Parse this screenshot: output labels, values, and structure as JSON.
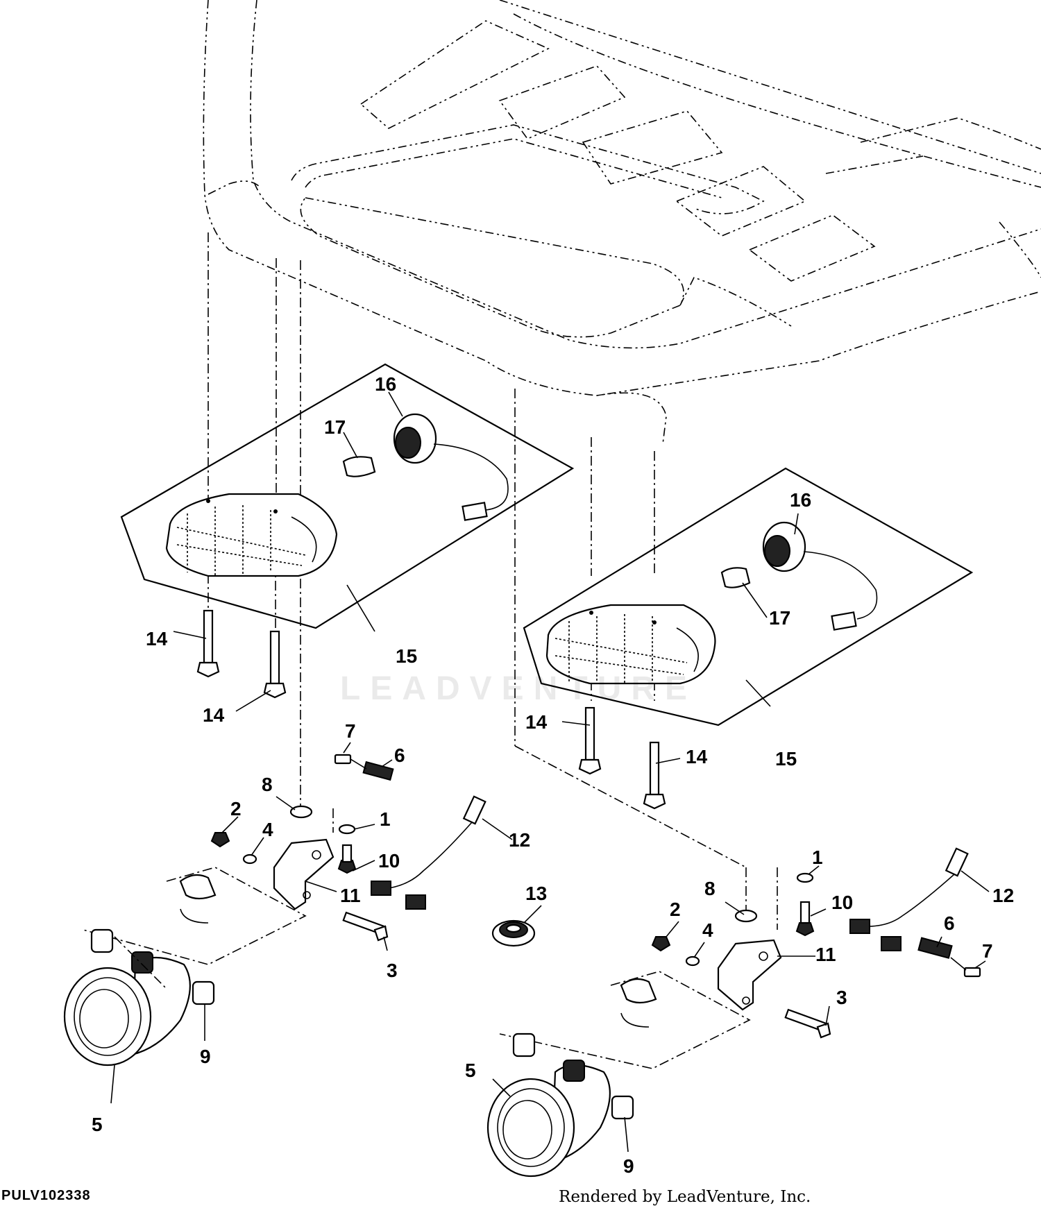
{
  "figure_id": "PULV102338",
  "credit": "Rendered by LeadVenture, Inc.",
  "watermark": "LEADVENTURE",
  "callouts": {
    "c1a": "1",
    "c1b": "1",
    "c2a": "2",
    "c2b": "2",
    "c3a": "3",
    "c3b": "3",
    "c4a": "4",
    "c4b": "4",
    "c5a": "5",
    "c5b": "5",
    "c6a": "6",
    "c6b": "6",
    "c7a": "7",
    "c7b": "7",
    "c8a": "8",
    "c8b": "8",
    "c9a": "9",
    "c9b": "9",
    "c10a": "10",
    "c10b": "10",
    "c11a": "11",
    "c11b": "11",
    "c12a": "12",
    "c12b": "12",
    "c13": "13",
    "c14a": "14",
    "c14b": "14",
    "c14c": "14",
    "c14d": "14",
    "c15a": "15",
    "c15b": "15",
    "c16a": "16",
    "c16b": "16",
    "c17a": "17",
    "c17b": "17"
  }
}
